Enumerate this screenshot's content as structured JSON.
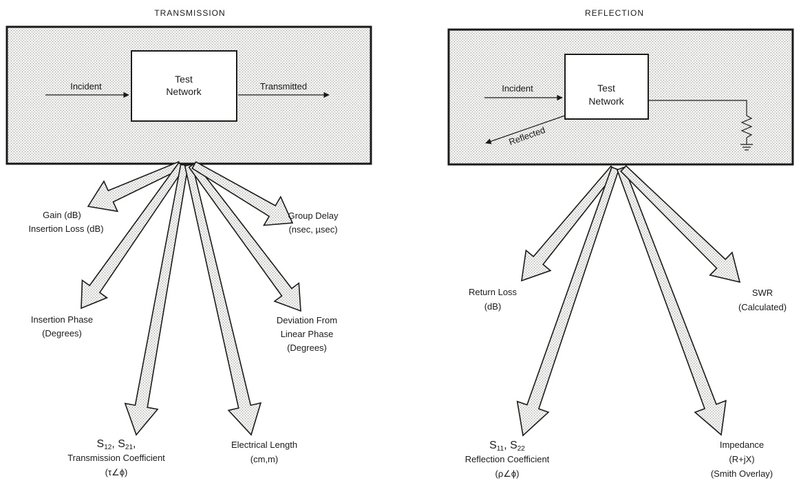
{
  "colors": {
    "ink": "#1a1a1a",
    "stipple_bg": "#f1f1ee",
    "stipple_dot": "#8f8f8f",
    "box_fill": "#ffffff"
  },
  "transmission": {
    "title": "TRANSMISSION",
    "incident": "Incident",
    "transmitted": "Transmitted",
    "test": "Test",
    "network": "Network",
    "gain": "Gain (dB)",
    "insertion_loss": "Insertion Loss (dB)",
    "insertion_phase": "Insertion Phase",
    "insertion_phase_unit": "(Degrees)",
    "s12_base": "S",
    "s12_sub": "12",
    "s21_base": "S",
    "s21_sub": "21",
    "transmission_coefficient": "Transmission Coefficient",
    "tau_phi": "(τ∠ϕ)",
    "electrical_length": "Electrical Length",
    "electrical_length_unit": "(cm,m)",
    "group_delay": "Group Delay",
    "group_delay_unit": "(nsec, µsec)",
    "deviation_1": "Deviation From",
    "deviation_2": "Linear Phase",
    "deviation_3": "(Degrees)"
  },
  "reflection": {
    "title": "REFLECTION",
    "incident": "Incident",
    "reflected": "Reflected",
    "test": "Test",
    "network": "Network",
    "return_loss": "Return Loss",
    "return_loss_unit": "(dB)",
    "s11_base": "S",
    "s11_sub": "11",
    "s22_base": "S",
    "s22_sub": "22",
    "reflection_coefficient": "Reflection Coefficient",
    "rho_phi": "(ρ∠ϕ)",
    "swr": "SWR",
    "swr_unit": "(Calculated)",
    "impedance": "Impedance",
    "impedance_unit": "(R+jX)",
    "smith": "(Smith Overlay)"
  }
}
